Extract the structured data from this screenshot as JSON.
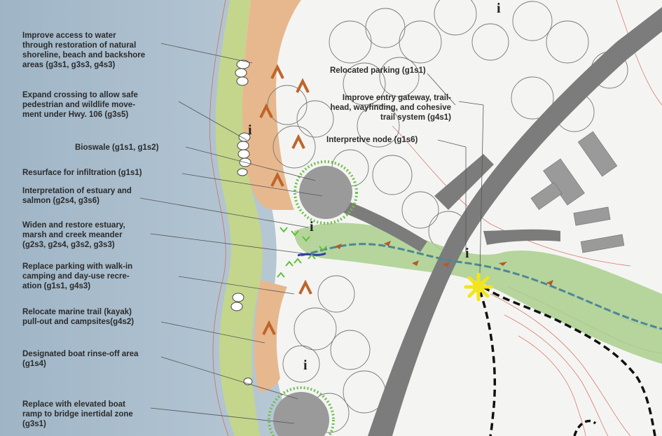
{
  "map": {
    "colors": {
      "water": "#b9cad6",
      "beach": "#e7b88e",
      "shore_green": "#c4d68b",
      "estuary_green": "#a9cf8c",
      "road": "#7c7c7c",
      "trail": "#111111",
      "node": "#f2e51c",
      "marker": "#c0642a",
      "contour": "#d45a4a",
      "creek": "#4d8796"
    },
    "annotations_left": [
      "Improve access to water\nthrough restoration of natural\nshoreline, beach and backshore\nareas (g3s1, g3s3, g4s3)",
      "Expand crossing to allow safe\npedestrian and wildlife move-\nment under Hwy. 106 (g3s5)",
      "Bioswale (g1s1, g1s2)",
      "Resurface for infiltration (g1s1)",
      "Interpretation of estuary and\nsalmon (g2s4, g3s6)",
      "Widen and restore estuary,\nmarsh and creek meander\n(g2s3, g2s4, g3s2, g3s3)",
      "Replace parking with walk-in\ncamping and day-use recre-\nation (g1s1, g4s3)",
      "Relocate marine trail (kayak)\npull-out and campsites(g4s2)",
      "Designated boat rinse-off area\n(g1s4)",
      "Replace with elevated boat\nramp to bridge inertidal zone\n(g3s1)"
    ],
    "annotations_center": [
      "Relocated parking (g1s1)",
      "Improve entry gateway, trail-\nhead, wayfinding, and cohesive\ntrail system (g4s1)",
      "Interpretive node (g1s6)"
    ],
    "symbols": {
      "info_icon": "info-icon",
      "campsite_icon": "campsite-tent-icon",
      "star_icon": "gateway-star-icon",
      "tree_icon": "tree-canopy-icon"
    }
  }
}
